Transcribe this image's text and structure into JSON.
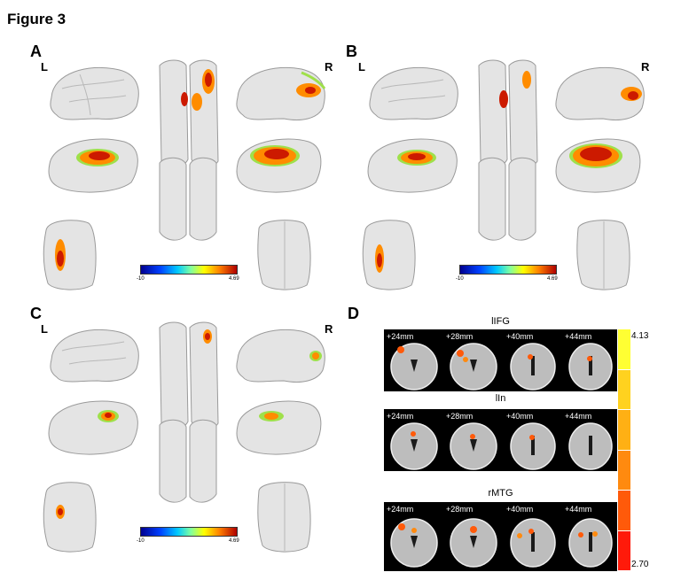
{
  "figure": {
    "title": "Figure 3"
  },
  "panels": {
    "A": {
      "label": "A",
      "left": "L",
      "right": "R",
      "cbar_min": "-10",
      "cbar_max": "4.69"
    },
    "B": {
      "label": "B",
      "left": "L",
      "right": "R",
      "cbar_min": "-10",
      "cbar_max": "4.69"
    },
    "C": {
      "label": "C",
      "left": "L",
      "right": "R",
      "cbar_min": "-10",
      "cbar_max": "4.69"
    },
    "D": {
      "label": "D",
      "rows": [
        {
          "title": "lIFG",
          "slices": [
            "+24mm",
            "+28mm",
            "+40mm",
            "+44mm"
          ]
        },
        {
          "title": "lIn",
          "slices": [
            "+24mm",
            "+28mm",
            "+40mm",
            "+44mm"
          ]
        },
        {
          "title": "rMTG",
          "slices": [
            "+24mm",
            "+28mm",
            "+40mm",
            "+44mm"
          ]
        }
      ],
      "colorbar": {
        "max": "4.13",
        "min": "2.70",
        "colors": [
          "#ffff33",
          "#ffd21f",
          "#ffb014",
          "#ff8a0f",
          "#ff5a0a",
          "#ff1a0a"
        ]
      }
    }
  },
  "colors": {
    "brain": "#e4e4e4",
    "brain_edge": "#9a9a9a",
    "hot_core": "#cc1a00",
    "hot_mid": "#ff8c00",
    "hot_edge": "#9fe04a"
  }
}
